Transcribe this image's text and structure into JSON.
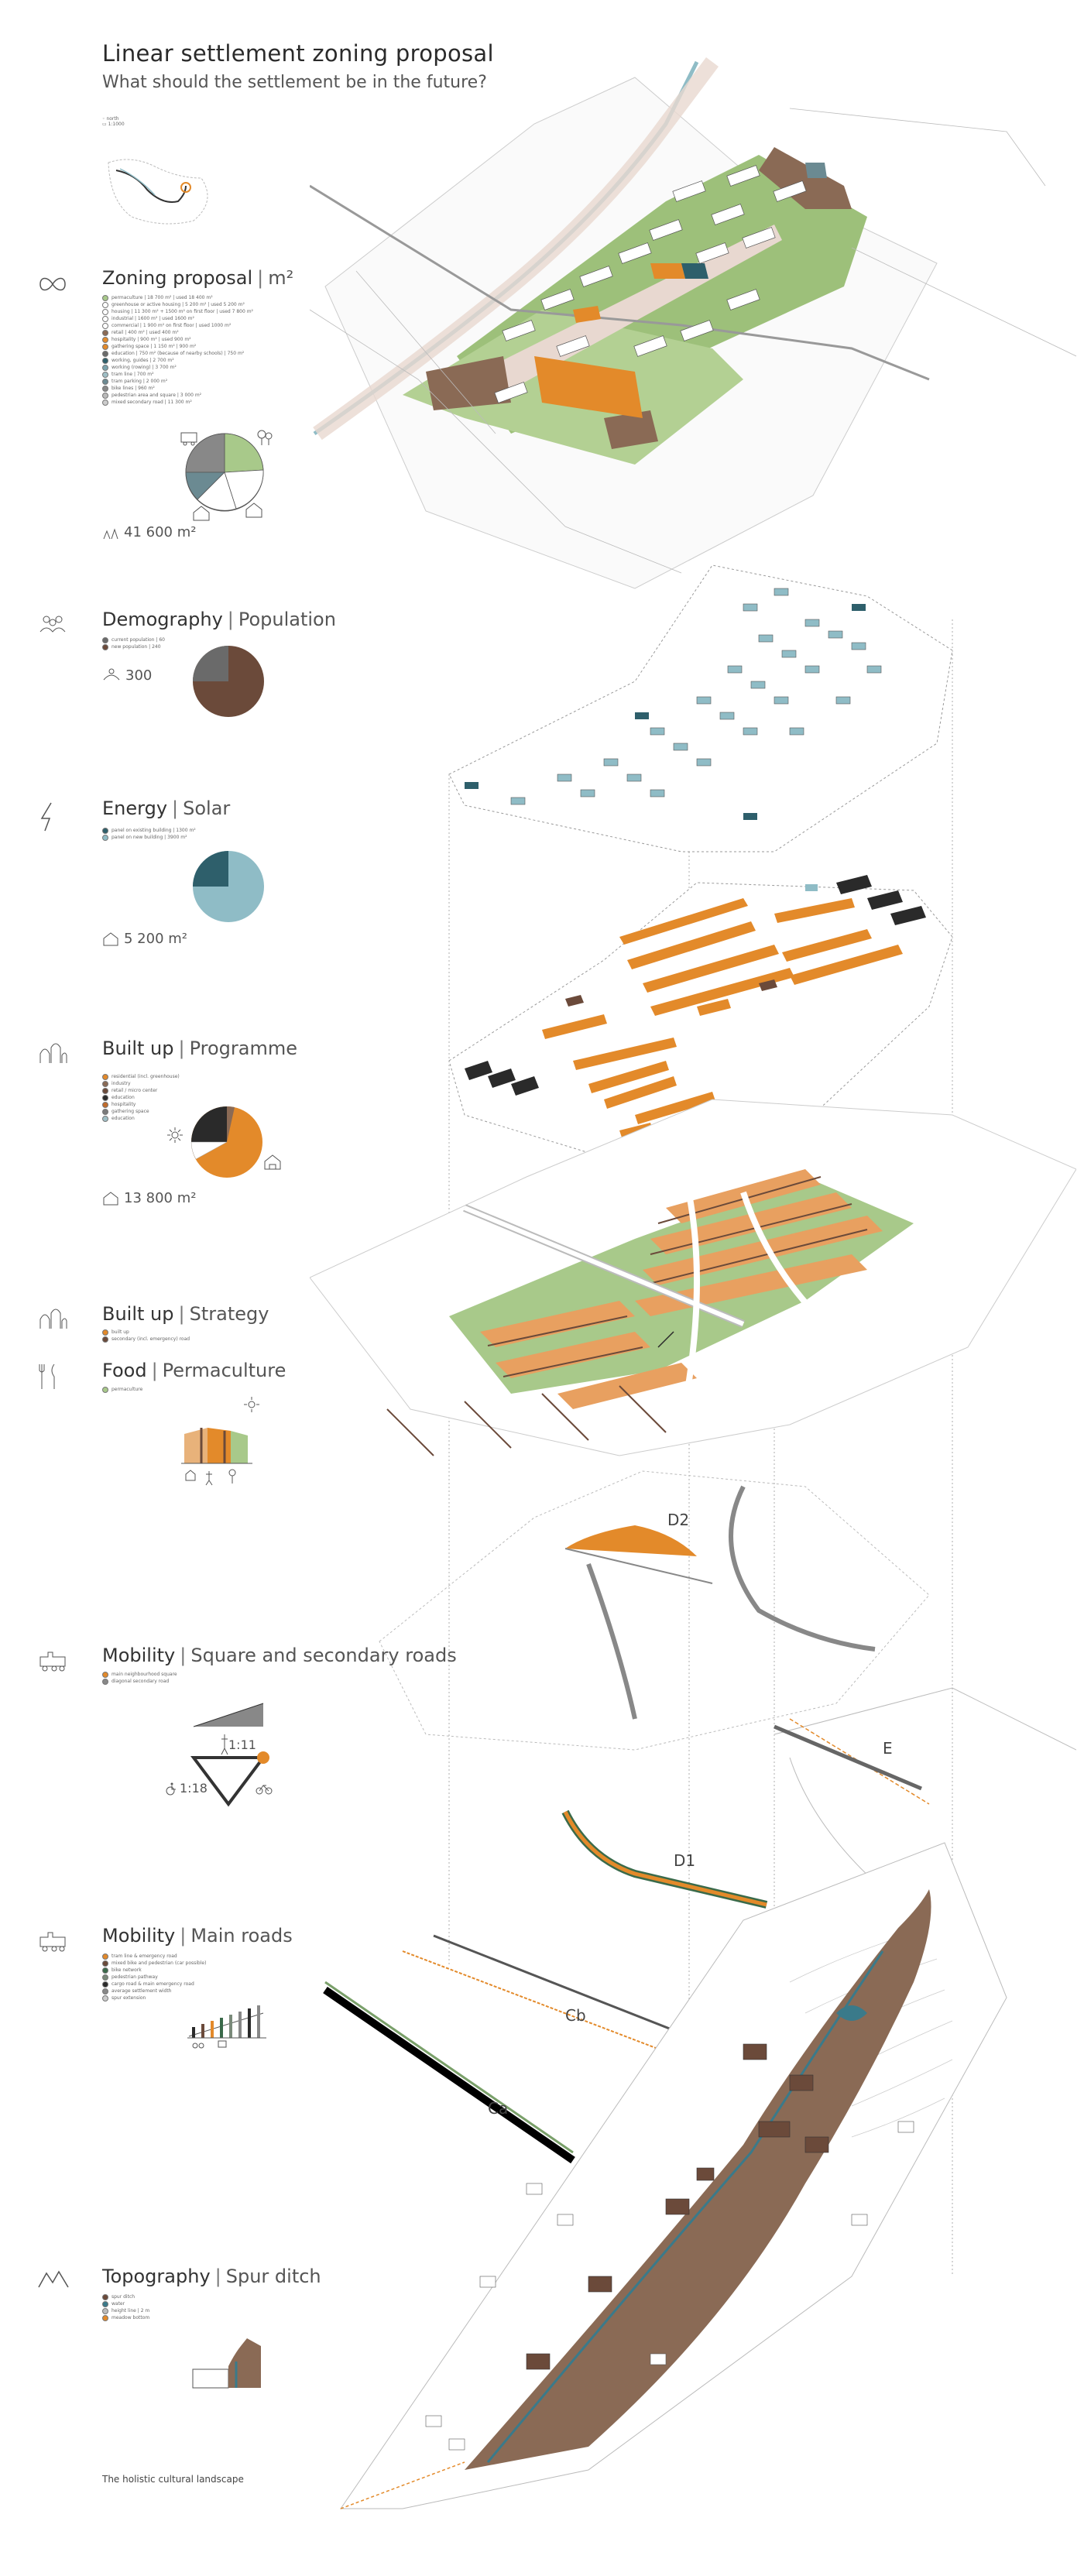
{
  "header": {
    "title": "Linear settlement zoning proposal",
    "subtitle": "What should the settlement be in the future?",
    "map_legend": [
      "north",
      "1:1000"
    ]
  },
  "sections": {
    "zoning": {
      "title": "Zoning proposal",
      "unit": "m²",
      "legend": [
        {
          "label": "permaculture | 18 700 m² | used 18 400 m²",
          "color": "#a8c98a"
        },
        {
          "label": "greenhouse or active housing | 5 200 m² | used 5 200 m²",
          "color": "#ffffff"
        },
        {
          "label": "housing | 11 300 m² + 1500 m² on first floor | used 7 800 m²",
          "color": "#ffffff"
        },
        {
          "label": "industrial | 1600 m² | used 1600 m²",
          "color": "#ffffff"
        },
        {
          "label": "commercial | 1 900 m² on first floor | used 1000 m²",
          "color": "#ffffff"
        },
        {
          "label": "retail | 400 m² | used 400 m²",
          "color": "#8a6a55"
        },
        {
          "label": "hospitality | 900 m² | used 900 m²",
          "color": "#e38a2a"
        },
        {
          "label": "gathering space | 1 150 m² | 900 m²",
          "color": "#e38a2a"
        },
        {
          "label": "education | 750 m² (because of nearby schools) | 750 m²",
          "color": "#6a6a6a"
        },
        {
          "label": "working, guides | 2 700 m²",
          "color": "#2e5f6b"
        },
        {
          "label": "working (rowing) | 3 700 m²",
          "color": "#7aa3ad"
        },
        {
          "label": "tram line | 700 m²",
          "color": "#9fbfc6"
        },
        {
          "label": "tram parking | 2 000 m²",
          "color": "#6b8a92"
        },
        {
          "label": "bike lines | 960 m²",
          "color": "#888888"
        },
        {
          "label": "pedestrian area and square | 3 000 m²",
          "color": "#bbbbbb"
        },
        {
          "label": "mixed secondary road | 11 300 m²",
          "color": "#cccccc"
        }
      ],
      "total": "41 600 m²"
    },
    "demography": {
      "title": "Demography",
      "sub": "Population",
      "legend": [
        {
          "label": "current population | 60",
          "color": "#6a6a6a"
        },
        {
          "label": "new population | 240",
          "color": "#6b4a3a"
        }
      ],
      "total": "300"
    },
    "energy": {
      "title": "Energy",
      "sub": "Solar",
      "legend": [
        {
          "label": "panel on existing building | 1300 m²",
          "color": "#2e5f6b"
        },
        {
          "label": "panel on new building | 3900 m²",
          "color": "#8fbcc6"
        }
      ],
      "total": "5 200 m²"
    },
    "builtup_programme": {
      "title": "Built up",
      "sub": "Programme",
      "legend": [
        {
          "label": "residential (incl. greenhouse)",
          "color": "#e38a2a"
        },
        {
          "label": "industry",
          "color": "#8a6a55"
        },
        {
          "label": "retail / micro center",
          "color": "#6b4a3a"
        },
        {
          "label": "education",
          "color": "#2a2a2a"
        },
        {
          "label": "hospitality",
          "color": "#c06a2a"
        },
        {
          "label": "gathering space",
          "color": "#7a7a7a"
        },
        {
          "label": "education",
          "color": "#9fbfc6"
        }
      ],
      "total": "13 800 m²"
    },
    "builtup_strategy": {
      "title": "Built up",
      "sub": "Strategy",
      "legend": [
        {
          "label": "built up",
          "color": "#e38a2a"
        },
        {
          "label": "secondary (incl. emergency) road",
          "color": "#6b4a3a"
        }
      ]
    },
    "food": {
      "title": "Food",
      "sub": "Permaculture",
      "legend": [
        {
          "label": "permaculture",
          "color": "#a8c98a"
        }
      ]
    },
    "mobility_square": {
      "title": "Mobility",
      "sub": "Square and secondary roads",
      "legend": [
        {
          "label": "main neighbourhood square",
          "color": "#e38a2a"
        },
        {
          "label": "diagonal secondary road",
          "color": "#888888"
        }
      ],
      "ratio_walk": "1:11",
      "ratio_wheel": "1:18"
    },
    "mobility_main": {
      "title": "Mobility",
      "sub": "Main roads",
      "legend": [
        {
          "label": "tram line & emergency road",
          "color": "#e38a2a"
        },
        {
          "label": "mixed bike and pedestrian (car possible)",
          "color": "#6b4a3a"
        },
        {
          "label": "bike network",
          "color": "#3a6a4a"
        },
        {
          "label": "pedestrian pathway",
          "color": "#7a8a7a"
        },
        {
          "label": "cargo road & main emergency road",
          "color": "#2a2a2a"
        },
        {
          "label": "average settlement width",
          "color": "#888888"
        },
        {
          "label": "spur extension",
          "color": "#cccccc"
        }
      ]
    },
    "topography": {
      "title": "Topography",
      "sub": "Spur ditch",
      "legend": [
        {
          "label": "spur ditch",
          "color": "#6b4a3a"
        },
        {
          "label": "water",
          "color": "#3a7a8a"
        },
        {
          "label": "height line | 2 m",
          "color": "#bbbbbb"
        },
        {
          "label": "meadow bottom",
          "color": "#e38a2a"
        }
      ]
    }
  },
  "labels": {
    "d2": "D2",
    "e": "E",
    "d1": "D1",
    "cb": "Cb",
    "ca": "Ca"
  },
  "footer": "The holistic cultural landscape",
  "colors": {
    "green": "#a8c98a",
    "orange": "#e38a2a",
    "brown": "#6b4a3a",
    "teal": "#2e5f6b",
    "lightblue": "#8fbcc6",
    "dark": "#2a2a2a",
    "grey": "#888888"
  }
}
